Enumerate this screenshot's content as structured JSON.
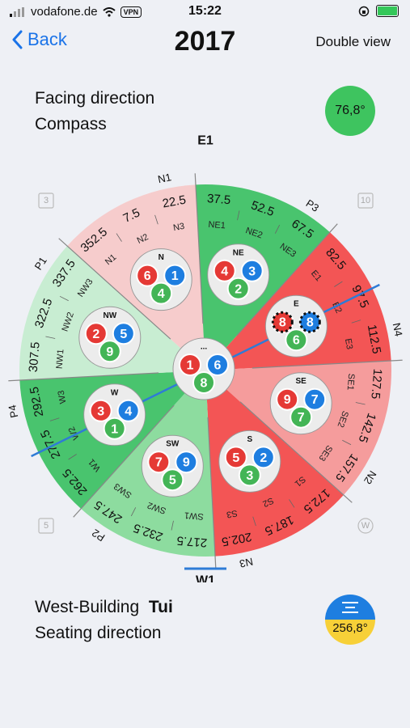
{
  "status": {
    "carrier": "vodafone.de",
    "vpn": "VPN",
    "time": "15:22"
  },
  "nav": {
    "back_label": "Back",
    "title": "2017",
    "double_view_label": "Double view"
  },
  "facing": {
    "line1": "Facing direction",
    "line2": "Compass",
    "angle": "76,8°"
  },
  "seating": {
    "building": "West-Building",
    "name": "Tui",
    "line2": "Seating direction",
    "angle": "256,8°"
  },
  "compass": {
    "top_label": "E1",
    "bottom_label": "W1",
    "outer_labels": [
      "N4",
      "N2",
      "N3",
      "P2",
      "P4",
      "P1",
      "N1",
      "P3"
    ],
    "corner_markers": [
      "3",
      "10",
      "5",
      "W"
    ],
    "colors": {
      "strong_red": "#f35555",
      "light_red": "#f59c9c",
      "pale_red": "#f6cccc",
      "strong_green": "#49c46e",
      "light_green": "#8ddc9f",
      "pale_green": "#c8edd2",
      "blue_mark": "#2e7bd6",
      "red_star": "#e53935",
      "blue_star": "#1e7ee0",
      "green_star": "#43b556"
    },
    "sectors": [
      {
        "dir": "E",
        "fill": "strong_red",
        "degrees": [
          "82.5",
          "97.5",
          "112.5"
        ],
        "subs": [
          "E1",
          "E2",
          "E3"
        ]
      },
      {
        "dir": "SE",
        "fill": "light_red",
        "degrees": [
          "127.5",
          "142.5",
          "157.5"
        ],
        "subs": [
          "SE1",
          "SE2",
          "SE3"
        ]
      },
      {
        "dir": "S",
        "fill": "strong_red",
        "degrees": [
          "172.5",
          "187.5",
          "202.5"
        ],
        "subs": [
          "S1",
          "S2",
          "S3"
        ]
      },
      {
        "dir": "SW",
        "fill": "light_green",
        "degrees": [
          "217.5",
          "232.5",
          "247.5"
        ],
        "subs": [
          "SW1",
          "SW2",
          "SW3"
        ]
      },
      {
        "dir": "W",
        "fill": "strong_green",
        "degrees": [
          "262.5",
          "277.5",
          "292.5"
        ],
        "subs": [
          "W1",
          "W2",
          "W3"
        ]
      },
      {
        "dir": "NW",
        "fill": "pale_green",
        "degrees": [
          "307.5",
          "322.5",
          "337.5"
        ],
        "subs": [
          "NW1",
          "NW2",
          "NW3"
        ]
      },
      {
        "dir": "N",
        "fill": "pale_red",
        "degrees": [
          "352.5",
          "7.5",
          "22.5"
        ],
        "subs": [
          "N1",
          "N2",
          "N3"
        ]
      },
      {
        "dir": "NE",
        "fill": "strong_green",
        "degrees": [
          "37.5",
          "52.5",
          "67.5"
        ],
        "subs": [
          "NE1",
          "NE2",
          "NE3"
        ]
      }
    ],
    "palaces": [
      {
        "label": "E",
        "stars": [
          "8",
          "8",
          "6"
        ],
        "hatched": true
      },
      {
        "label": "SE",
        "stars": [
          "9",
          "7",
          "7"
        ]
      },
      {
        "label": "S",
        "stars": [
          "5",
          "2",
          "3"
        ]
      },
      {
        "label": "SW",
        "stars": [
          "7",
          "9",
          "5"
        ]
      },
      {
        "label": "W",
        "stars": [
          "3",
          "4",
          "1"
        ]
      },
      {
        "label": "NW",
        "stars": [
          "2",
          "5",
          "9"
        ]
      },
      {
        "label": "N",
        "stars": [
          "6",
          "1",
          "4"
        ]
      },
      {
        "label": "NE",
        "stars": [
          "4",
          "3",
          "2"
        ]
      },
      {
        "label": "...",
        "stars": [
          "1",
          "6",
          "8"
        ]
      }
    ]
  }
}
